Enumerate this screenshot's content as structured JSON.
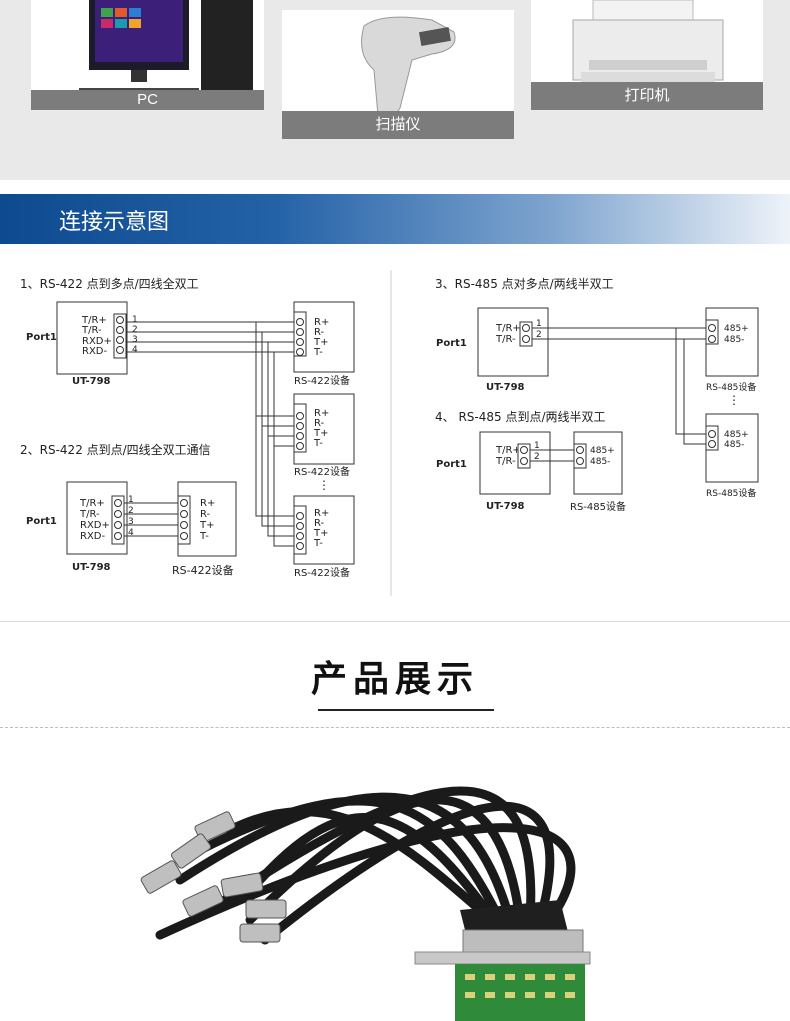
{
  "devices": [
    {
      "label": "PC",
      "icon": "computer-icon"
    },
    {
      "label": "扫描仪",
      "icon": "scanner-icon"
    },
    {
      "label": "打印机",
      "icon": "printer-icon"
    }
  ],
  "section": {
    "title": "连接示意图"
  },
  "diagrams": {
    "d1": {
      "caption": "1、RS-422 点到多点/四线全双工",
      "port": "Port1",
      "model": "UT-798",
      "pins": [
        "T/R+",
        "T/R-",
        "RXD+",
        "RXD-"
      ],
      "nums": [
        "1",
        "2",
        "3",
        "4"
      ],
      "dev_pins": [
        "R+",
        "R-",
        "T+",
        "T-"
      ],
      "dev_label": "RS-422设备",
      "dots": "⋮"
    },
    "d2": {
      "caption": "2、RS-422 点到点/四线全双工通信",
      "port": "Port1",
      "model": "UT-798",
      "pins": [
        "T/R+",
        "T/R-",
        "RXD+",
        "RXD-"
      ],
      "nums": [
        "1",
        "2",
        "3",
        "4"
      ],
      "dev_pins": [
        "R+",
        "R-",
        "T+",
        "T-"
      ],
      "dev_label": "RS-422设备"
    },
    "d3": {
      "caption": "3、RS-485 点对多点/两线半双工",
      "port": "Port1",
      "model": "UT-798",
      "pins": [
        "T/R+",
        "T/R-"
      ],
      "nums": [
        "1",
        "2"
      ],
      "dev_pins": [
        "485+",
        "485-"
      ],
      "dev_label": "RS-485设备",
      "dots": "⋮"
    },
    "d4": {
      "caption": "4、 RS-485 点到点/两线半双工",
      "port": "Port1",
      "model": "UT-798",
      "pins": [
        "T/R+",
        "T/R-"
      ],
      "nums": [
        "1",
        "2"
      ],
      "dev_pins": [
        "485+",
        "485-"
      ],
      "dev_label": "RS-485设备"
    }
  },
  "product": {
    "title": "产品展示"
  },
  "colors": {
    "header_dark": "#0d4a8f",
    "caption_bg": "#7c7c7c",
    "cable": "#1a1a1a",
    "pcb": "#2f8a3a"
  }
}
